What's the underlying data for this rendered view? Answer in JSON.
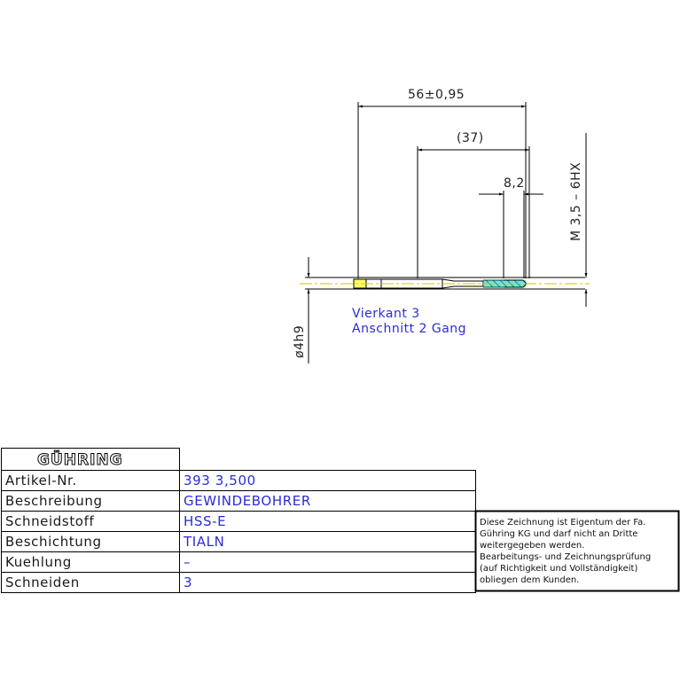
{
  "drawing": {
    "dimensions": {
      "overall_length": "56±0,95",
      "shank_length": "(37)",
      "thread_length": "8,2",
      "thread_spec": "M 3,5 – 6HX",
      "shank_diameter": "ø4h9"
    },
    "notes": [
      "Vierkant 3",
      "Anschnitt 2 Gang"
    ],
    "colors": {
      "line": "#000000",
      "note": "#2b2bd6",
      "axis": "#d6c600",
      "tool_fill": "#00cfcf"
    }
  },
  "title_block": {
    "logo": "GÜHRING",
    "rows": [
      {
        "label": "Artikel-Nr.",
        "value": "393 3,500"
      },
      {
        "label": "Beschreibung",
        "value": "GEWINDEBOHRER"
      },
      {
        "label": "Schneidstoff",
        "value": "HSS-E"
      },
      {
        "label": "Beschichtung",
        "value": "TIALN"
      },
      {
        "label": "Kuehlung",
        "value": "–"
      },
      {
        "label": "Schneiden",
        "value": "3"
      }
    ],
    "disclaimer": [
      "Diese Zeichnung ist Eigentum der Fa.",
      "Gühring KG und darf nicht an Dritte",
      "weitergegeben werden.",
      "Bearbeitungs- und Zeichnungsprüfung",
      "(auf Richtigkeit und Vollständigkeit)",
      "obliegen dem Kunden."
    ]
  }
}
